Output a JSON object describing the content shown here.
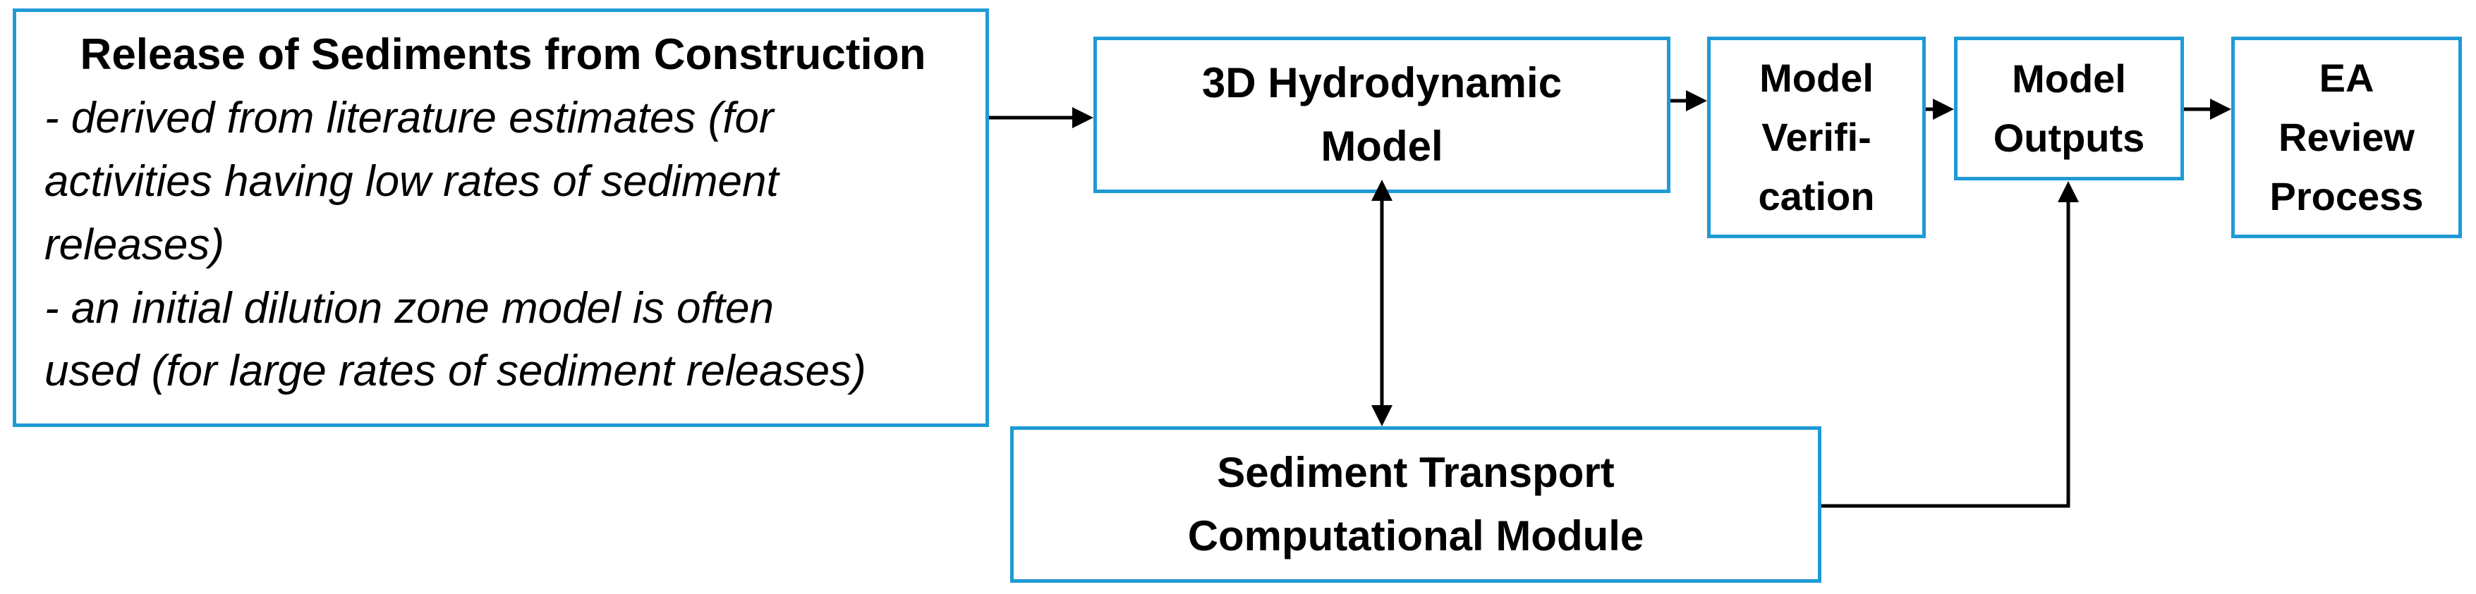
{
  "boxes": {
    "release": {
      "title": "Release of Sediments from Construction",
      "bullets": [
        "- derived from literature estimates (for",
        "activities having low rates of sediment",
        "releases)",
        "- an initial dilution zone model is often",
        "used (for large rates of sediment releases)"
      ]
    },
    "hydro": {
      "lines": [
        "3D Hydrodynamic",
        "Model"
      ]
    },
    "verification": {
      "lines": [
        "Model",
        "Verifi-",
        "cation"
      ]
    },
    "outputs": {
      "lines": [
        "Model",
        "Outputs"
      ]
    },
    "ea_review": {
      "lines": [
        "EA",
        "Review",
        "Process"
      ]
    },
    "sediment_transport": {
      "lines": [
        "Sediment Transport",
        "Computational Module"
      ]
    }
  },
  "colors": {
    "box_border": "#1f9ad6",
    "arrow": "#000000",
    "text": "#000000",
    "background": "#ffffff"
  }
}
